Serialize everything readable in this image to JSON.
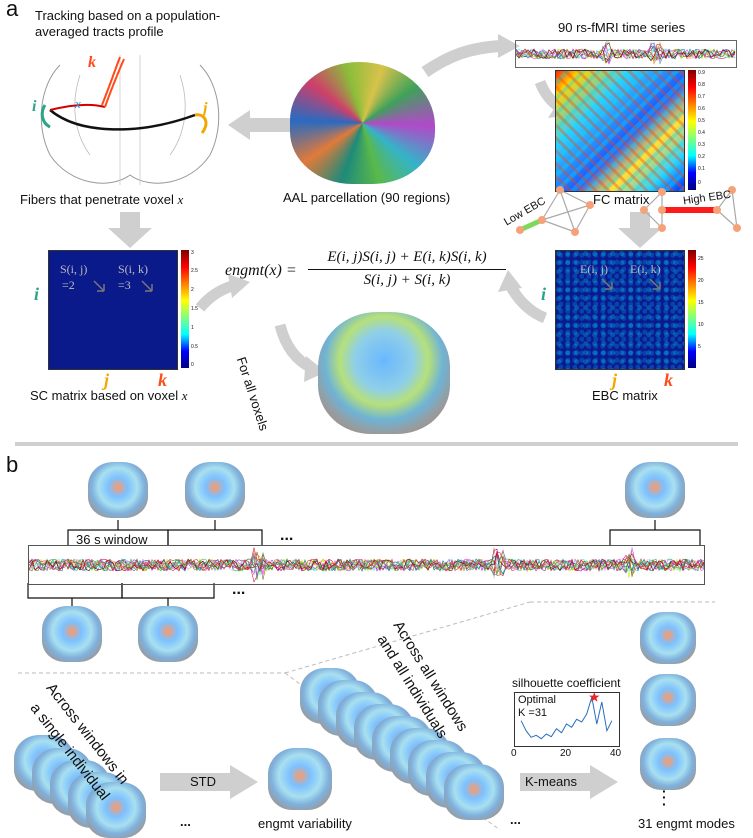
{
  "panel_a": {
    "letter": "a",
    "tracking_title_1": "Tracking based on a population-",
    "tracking_title_2": "averaged tracts profile",
    "node_k": "k",
    "node_i": "i",
    "node_j": "j",
    "node_x": "x",
    "fibers_caption": "Fibers that penetrate voxel ",
    "fibers_caption_var": "x",
    "aal_caption": "AAL parcellation (90 regions)",
    "rs_fmri_title": "90 rs-fMRI time series",
    "fc_caption": "FC matrix",
    "low_ebc": "Low EBC",
    "high_ebc": "High EBC",
    "sc_s_ij": "S(i, j)",
    "sc_s_ik": "S(i, k)",
    "sc_eq2": "=2",
    "sc_eq3": "=3",
    "sc_i": "i",
    "sc_j": "j",
    "sc_k": "k",
    "sc_caption": "SC matrix based on voxel ",
    "sc_caption_var": "x",
    "ebc_e_ij": "E(i, j)",
    "ebc_e_ik": "E(i, k)",
    "ebc_i": "i",
    "ebc_j": "j",
    "ebc_k": "k",
    "ebc_caption": "EBC matrix",
    "formula_lhs": "engmt(x) =",
    "formula_num": "E(i, j)S(i, j) + E(i, k)S(i, k)",
    "formula_den": "S(i, j) + S(i, k)",
    "for_all_voxels": "For all voxels",
    "sc_cbar_ticks": [
      "3",
      "2.5",
      "2",
      "1.5",
      "1",
      "0.5",
      "0"
    ],
    "fc_cbar_ticks": [
      "0.9",
      "0.8",
      "0.7",
      "0.6",
      "0.5",
      "0.4",
      "0.3",
      "0.2",
      "0.1",
      "0"
    ],
    "ebc_cbar_ticks": [
      "25",
      "20",
      "15",
      "10",
      "5"
    ]
  },
  "panel_b": {
    "letter": "b",
    "window_label": "36 s window",
    "dots": "...",
    "across_single_1": "Across windows in",
    "across_single_2": "a single individual",
    "std_label": "STD",
    "variability_caption": "engmt variability",
    "across_all_1": "Across all windows",
    "across_all_2": "and all individuals",
    "kmeans_label": "K-means",
    "silhouette_title": "silhouette coefficient",
    "optimal_1": "Optimal",
    "optimal_2": "K =31",
    "silhouette_ticks": [
      "0",
      "20",
      "40"
    ],
    "modes_caption": "31 engmt modes",
    "silhouette": {
      "type": "line",
      "x": [
        2,
        4,
        6,
        8,
        10,
        12,
        14,
        16,
        18,
        20,
        22,
        24,
        26,
        28,
        30,
        32,
        34,
        36,
        38
      ],
      "y": [
        0.6,
        0.45,
        0.35,
        0.38,
        0.33,
        0.4,
        0.36,
        0.48,
        0.42,
        0.55,
        0.5,
        0.62,
        0.58,
        0.7,
        0.95,
        0.55,
        0.88,
        0.45,
        0.6
      ],
      "xlim": [
        0,
        40
      ],
      "optimal_k": 31
    }
  },
  "colors": {
    "node_i": "#2aa58a",
    "node_j": "#f0a800",
    "node_k": "#ff4b1a",
    "node_x": "#1f9bd7",
    "arrow": "#cfcfcf",
    "matrix_bg": "#0b1a8a"
  }
}
